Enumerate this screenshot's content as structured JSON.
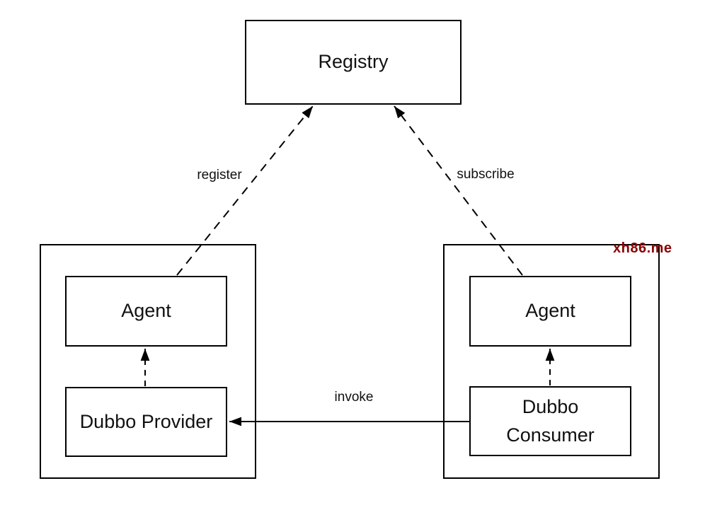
{
  "diagram": {
    "nodes": {
      "registry": "Registry",
      "provider_agent": "Agent",
      "consumer_agent": "Agent",
      "provider": "Dubbo Provider",
      "consumer": "Dubbo\nConsumer"
    },
    "edges": {
      "register": {
        "label": "register",
        "style": "dashed",
        "from": "provider_agent",
        "to": "registry"
      },
      "subscribe": {
        "label": "subscribe",
        "style": "dashed",
        "from": "consumer_agent",
        "to": "registry"
      },
      "invoke": {
        "label": "invoke",
        "style": "solid",
        "from": "consumer",
        "to": "provider"
      },
      "provider_to_agent": {
        "label": "",
        "style": "dashed",
        "from": "provider",
        "to": "provider_agent"
      },
      "consumer_to_agent": {
        "label": "",
        "style": "dashed",
        "from": "consumer",
        "to": "consumer_agent"
      }
    },
    "watermark": {
      "text": "xh86.me",
      "color": "#8b0000"
    },
    "colors": {
      "line": "#000000",
      "background": "#ffffff",
      "border": "#000000"
    }
  }
}
